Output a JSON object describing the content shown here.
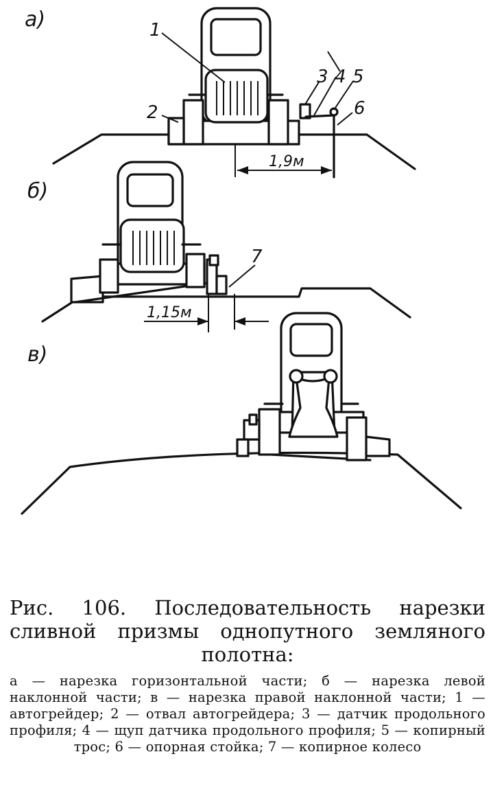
{
  "figure": {
    "panel_labels": [
      "а)",
      "б)",
      "в)"
    ],
    "callouts": [
      "1",
      "2",
      "3",
      "4",
      "5",
      "6",
      "7"
    ],
    "dimensions": [
      "1,9м",
      "1,15м"
    ]
  },
  "caption": {
    "title": "Рис. 106. Последовательность нарезки сливной призмы однопутного земляного полотна:",
    "body": "а — нарезка горизонтальной части; б — нарезка левой наклонной части; в — нарезка правой наклонной части; 1 — автогрейдер; 2 — отвал автогрейдера; 3 — датчик продольного профиля; 4 — щуп датчика продольного профиля; 5 — копирный трос; 6 — опорная стойка; 7 — копирное колесо"
  },
  "colors": {
    "ink": "#111111",
    "paper": "#ffffff"
  }
}
